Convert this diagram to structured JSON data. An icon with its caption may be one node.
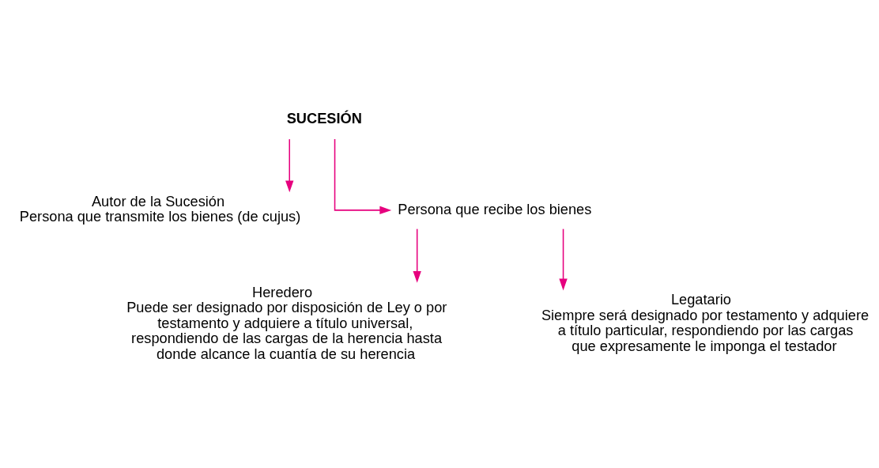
{
  "diagram": {
    "nodes": [
      {
        "text": [
          "SUCESIÓN"
        ]
      },
      {
        "text": [
          "Autor de la Sucesión",
          "Persona que transmite los bienes (de cujus)"
        ]
      },
      {
        "text": [
          "Persona que recibe los bienes"
        ]
      },
      {
        "text": [
          "Heredero",
          "Puede ser designado por disposición de Ley o por testamento y adquiere a título universal, respondiendo de las cargas de la herencia hasta donde alcance la cuantía de su herencia"
        ]
      },
      {
        "text": [
          "Legatario",
          "Siempre será designado por testamento y adquiere a título particular, respondiendo por las cargas que expresamente le imponga el testador"
        ]
      }
    ],
    "edges": [
      {
        "from": 0,
        "to": 1,
        "arrow": "to"
      },
      {
        "from": 0,
        "to": 2,
        "arrow": "to"
      },
      {
        "from": 2,
        "to": 3,
        "arrow": "to"
      },
      {
        "from": 2,
        "to": 4,
        "arrow": "to"
      }
    ]
  }
}
